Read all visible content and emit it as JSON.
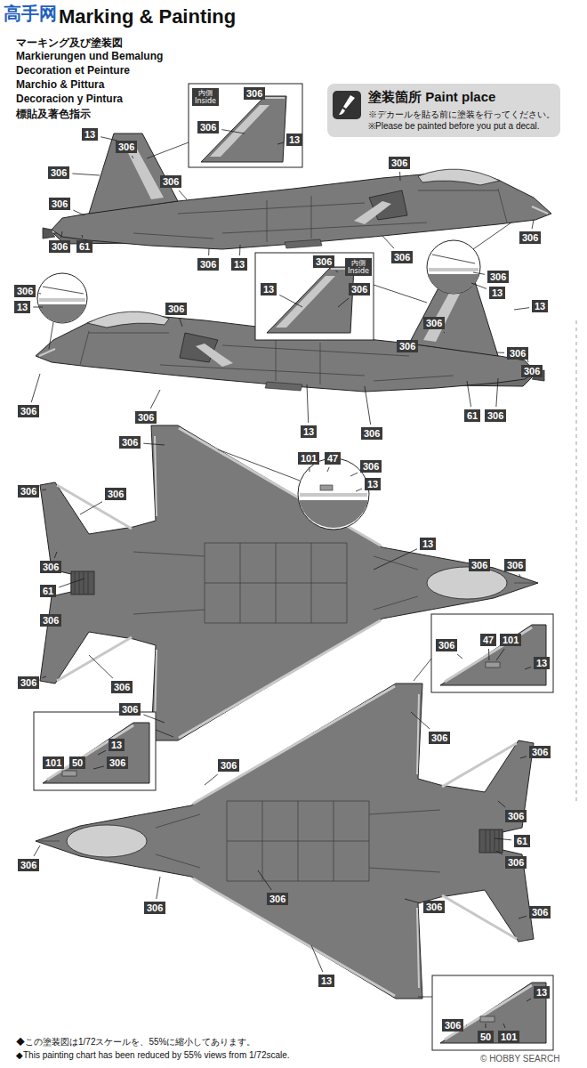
{
  "diagram": {
    "title": "Marking & Painting",
    "nodes": [
      {
        "text": [
          "塗装箇所 Paint place",
          "※デカールを貼る前に塗装を行ってください。",
          "※Please be painted before you put a decal."
        ]
      }
    ],
    "labels": [
      "マーキング及び塗装図",
      "Markierungen und Bemalung",
      "Decoration et Peinture",
      "Marchio & Pittura",
      "Decoracion y Pintura",
      "標貼及著色指示",
      "13",
      "306",
      "306",
      "306",
      "306",
      "306",
      "61",
      "306",
      "13",
      "306",
      "306",
      "306",
      "内側 Inside",
      "306",
      "306",
      "13",
      "306",
      "内側 Inside",
      "13",
      "306",
      "306",
      "13",
      "306",
      "13",
      "306",
      "306",
      "13",
      "306",
      "306",
      "306",
      "306",
      "306",
      "13",
      "61",
      "306",
      "306",
      "306",
      "306",
      "306",
      "306",
      "61",
      "306",
      "306",
      "306",
      "306",
      "13",
      "306",
      "306",
      "101",
      "47",
      "306",
      "13",
      "306",
      "47",
      "101",
      "13",
      "13",
      "101",
      "50",
      "306",
      "306",
      "306",
      "306",
      "306",
      "61",
      "306",
      "306",
      "306",
      "306",
      "306",
      "306",
      "13",
      "13",
      "306",
      "50",
      "101",
      "◆この塗装図は1/72スケールを、55%に縮小してあります。",
      "◆This painting chart has been reduced by 55% views from 1/72scale.",
      "高手网",
      "© HOBBY SEARCH"
    ]
  }
}
